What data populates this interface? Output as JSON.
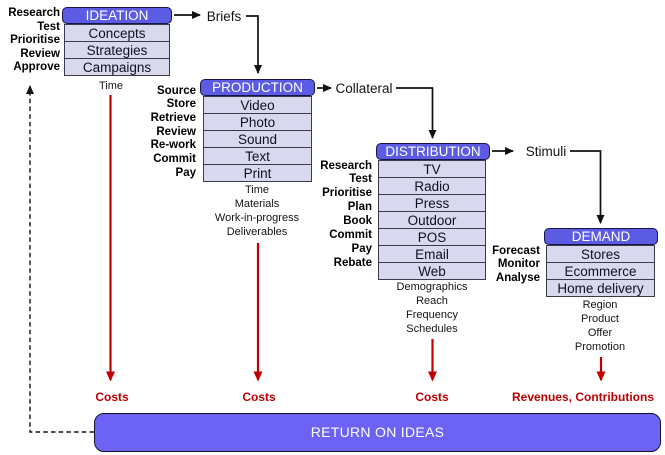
{
  "stages": [
    {
      "title": "IDEATION",
      "inputs": [
        "Research",
        "Test",
        "Prioritise",
        "Review",
        "Approve"
      ],
      "rows": [
        "Concepts",
        "Strategies",
        "Campaigns"
      ],
      "below": [
        "Time"
      ],
      "out_label": "Briefs",
      "cost": "Costs"
    },
    {
      "title": "PRODUCTION",
      "inputs": [
        "Source",
        "Store",
        "Retrieve",
        "Review",
        "Re-work",
        "Commit",
        "Pay"
      ],
      "rows": [
        "Video",
        "Photo",
        "Sound",
        "Text",
        "Print"
      ],
      "below": [
        "Time",
        "Materials",
        "Work-in-progress",
        "Deliverables"
      ],
      "out_label": "Collateral",
      "cost": "Costs"
    },
    {
      "title": "DISTRIBUTION",
      "inputs": [
        "Research",
        "Test",
        "Prioritise",
        "Plan",
        "Book",
        "Commit",
        "Pay",
        "Rebate"
      ],
      "rows": [
        "TV",
        "Radio",
        "Press",
        "Outdoor",
        "POS",
        "Email",
        "Web"
      ],
      "below": [
        "Demographics",
        "Reach",
        "Frequency",
        "Schedules"
      ],
      "out_label": "Stimuli",
      "cost": "Costs"
    },
    {
      "title": "DEMAND",
      "inputs": [
        "Forecast",
        "Monitor",
        "Analyse"
      ],
      "rows": [
        "Stores",
        "Ecommerce",
        "Home delivery"
      ],
      "below": [
        "Region",
        "Product",
        "Offer",
        "Promotion"
      ],
      "cost": "Revenues, Contributions"
    }
  ],
  "footer": "RETURN ON IDEAS",
  "colors": {
    "header": "#5b5be4",
    "row": "#d8d8ee",
    "bar": "#6c63f5",
    "red": "#c00000"
  }
}
